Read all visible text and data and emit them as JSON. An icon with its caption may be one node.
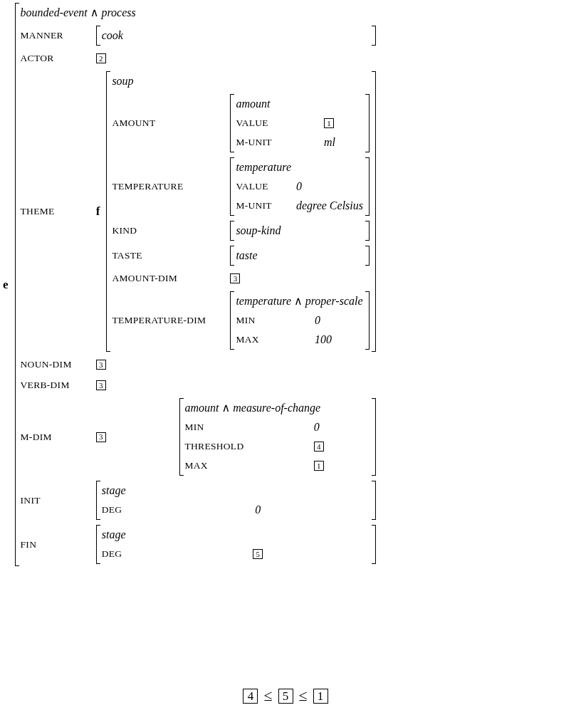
{
  "diagram": {
    "nodes": [
      {
        "text": [
          "bounded-event ∧ process",
          "MANNER",
          "ACTOR",
          "THEME",
          "NOUN-DIM",
          "VERB-DIM",
          "M-DIM",
          "INIT",
          "FIN"
        ],
        "beside": [
          "e"
        ]
      },
      {
        "text": [
          "cook"
        ],
        "in": 0
      },
      {
        "text": [
          "2"
        ],
        "in": 0
      },
      {
        "text": [
          "soup",
          "AMOUNT",
          "TEMPERATURE",
          "KIND",
          "TASTE",
          "AMOUNT-DIM",
          "TEMPERATURE-DIM"
        ],
        "in": 0,
        "beside": [
          "f"
        ]
      },
      {
        "text": [
          "amount",
          "VALUE",
          "M-UNIT",
          "ml"
        ],
        "in": 3
      },
      {
        "text": [
          "1"
        ],
        "in": 4
      },
      {
        "text": [
          "temperature",
          "VALUE",
          "0",
          "M-UNIT",
          "degree Celsius"
        ],
        "in": 3
      },
      {
        "text": [
          "soup-kind"
        ],
        "in": 3
      },
      {
        "text": [
          "taste"
        ],
        "in": 3
      },
      {
        "text": [
          "3"
        ],
        "in": 3
      },
      {
        "text": [
          "temperature ∧ proper-scale",
          "MIN",
          "0",
          "MAX",
          "100"
        ],
        "in": 3
      },
      {
        "text": [
          "3"
        ],
        "in": 0
      },
      {
        "text": [
          "3"
        ],
        "in": 0
      },
      {
        "text": [
          "3"
        ],
        "in": 0
      },
      {
        "text": [
          "amount ∧ measure-of-change",
          "MIN",
          "0",
          "THRESHOLD",
          "MAX"
        ],
        "in": 0
      },
      {
        "text": [
          "4"
        ],
        "in": 14
      },
      {
        "text": [
          "1"
        ],
        "in": 14
      },
      {
        "text": [
          "stage",
          "DEG",
          "0"
        ],
        "in": 0
      },
      {
        "text": [
          "stage",
          "DEG"
        ],
        "in": 0
      },
      {
        "text": [
          "5"
        ],
        "in": 18
      },
      {
        "text": [
          "4"
        ]
      },
      {
        "text": [
          "5"
        ]
      },
      {
        "text": [
          "1"
        ]
      }
    ],
    "labels": [
      "≤",
      "≤"
    ]
  }
}
